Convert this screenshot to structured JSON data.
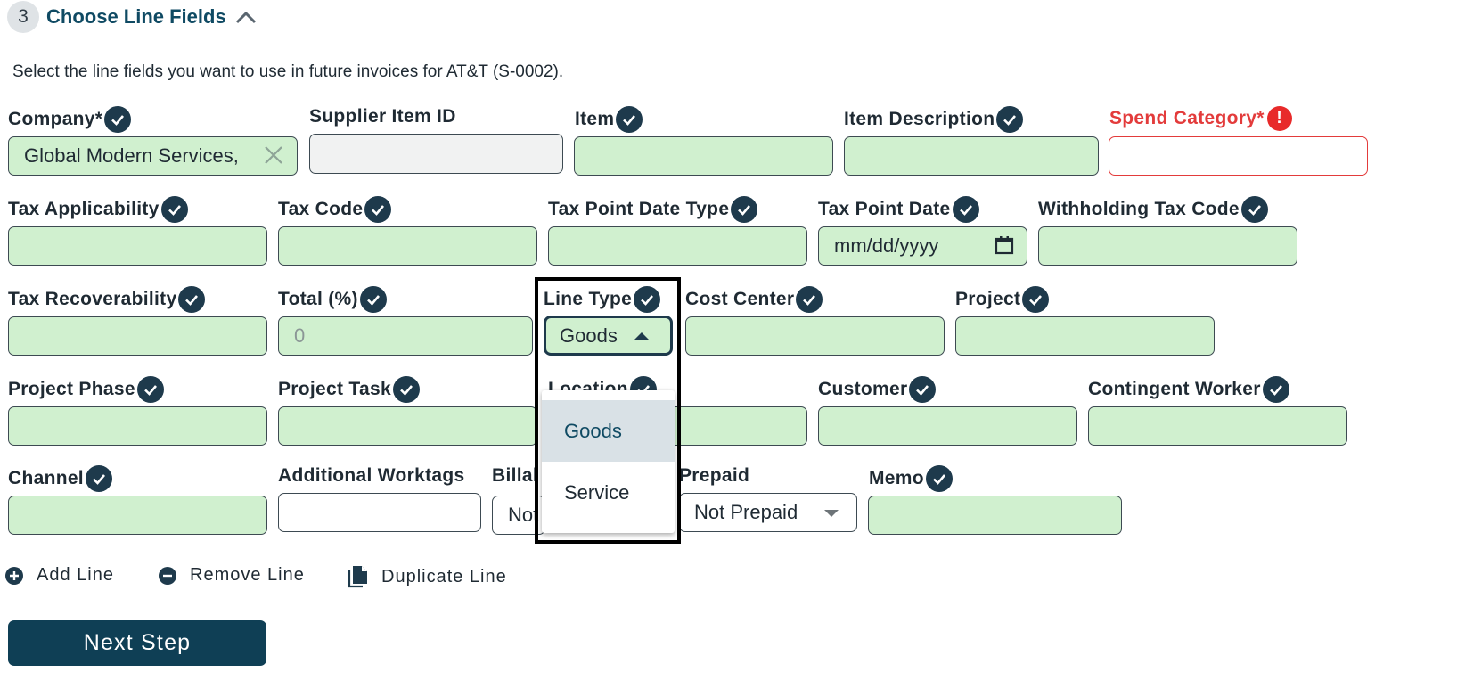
{
  "step": {
    "number": "3",
    "title": "Choose Line Fields"
  },
  "intro_text": "Select the line fields you want to use in future invoices for AT&T (S-0002).",
  "fields": {
    "company": {
      "label": "Company*",
      "value": "Global Modern Services,"
    },
    "supplier_item_id": {
      "label": "Supplier Item ID"
    },
    "item": {
      "label": "Item"
    },
    "item_description": {
      "label": "Item Description"
    },
    "spend_category": {
      "label": "Spend Category*",
      "alert_glyph": "!"
    },
    "tax_applicability": {
      "label": "Tax Applicability"
    },
    "tax_code": {
      "label": "Tax Code"
    },
    "tax_point_date_type": {
      "label": "Tax Point Date Type"
    },
    "tax_point_date": {
      "label": "Tax Point Date",
      "placeholder": "mm/dd/yyyy"
    },
    "withholding_tax_code": {
      "label": "Withholding Tax Code"
    },
    "tax_recoverability": {
      "label": "Tax Recoverability"
    },
    "total_percent": {
      "label": "Total (%)",
      "placeholder": "0"
    },
    "line_type": {
      "label": "Line Type",
      "value": "Goods"
    },
    "cost_center": {
      "label": "Cost Center"
    },
    "project": {
      "label": "Project"
    },
    "project_phase": {
      "label": "Project Phase"
    },
    "project_task": {
      "label": "Project Task"
    },
    "location": {
      "label": "Location"
    },
    "customer": {
      "label": "Customer"
    },
    "contingent_worker": {
      "label": "Contingent Worker"
    },
    "channel": {
      "label": "Channel"
    },
    "additional_worktags": {
      "label": "Additional Worktags"
    },
    "billable": {
      "label": "Billal",
      "value": "Not"
    },
    "prepaid": {
      "label": "Prepaid",
      "value": "Not Prepaid"
    },
    "memo": {
      "label": "Memo"
    }
  },
  "line_type_dropdown": {
    "options": [
      "Goods",
      "Service"
    ],
    "selected": "Goods"
  },
  "actions": {
    "add_line": "Add Line",
    "remove_line": "Remove Line",
    "duplicate_line": "Duplicate Line"
  },
  "next_button": "Next Step",
  "colors": {
    "field_fill": "#d0f0cf",
    "primary": "#0f3f55",
    "error": "#e33b3b",
    "check_badge": "#1e3a4c"
  }
}
